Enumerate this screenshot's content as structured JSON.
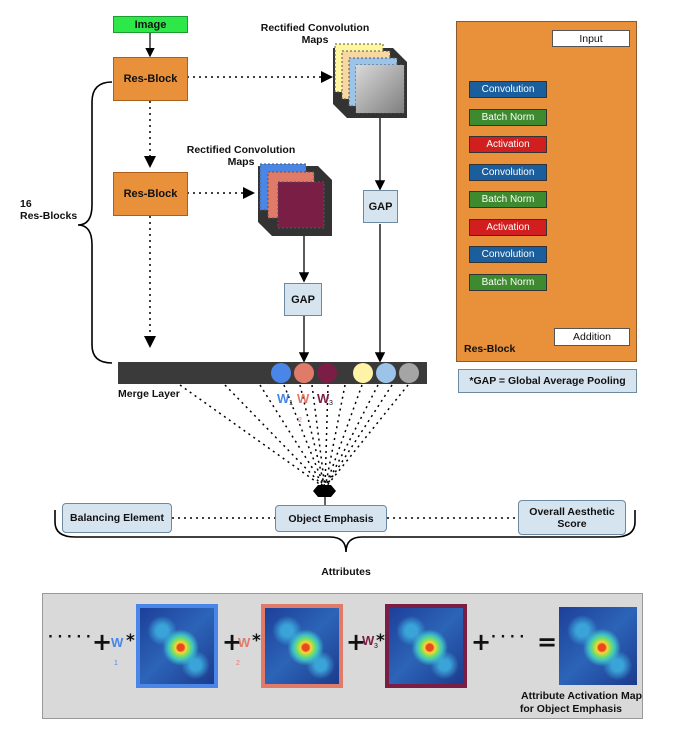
{
  "top": {
    "image_label": "Image",
    "resblock_label": "Res-Block",
    "rectified_label": "Rectified Convolution Maps",
    "gap_label": "GAP",
    "brace_label_line1": "16",
    "brace_label_line2": "Res-Blocks",
    "merge_label": "Merge Layer"
  },
  "weights": {
    "w1": "W",
    "w1_sub": "1",
    "w2": "W",
    "w2_sub": "2",
    "w3": "W",
    "w3_sub": "3"
  },
  "resblock_detail": {
    "input": "Input",
    "layers": [
      "Convolution",
      "Batch Norm",
      "Activation",
      "Convolution",
      "Batch Norm",
      "Activation",
      "Convolution",
      "Batch Norm"
    ],
    "addition": "Addition",
    "title": "Res-Block"
  },
  "gap_note": "*GAP = Global Average Pooling",
  "attributes": {
    "items": [
      "Balancing Element",
      "Object Emphasis",
      "Overall Aesthetic Score"
    ],
    "caption": "Attributes"
  },
  "bottom": {
    "dots": "· · · · ·",
    "plus": "+",
    "times": "*",
    "equals": "=",
    "trail_dots": "· · · ·",
    "w1": "W",
    "w1_sub": "1",
    "w2": "W",
    "w2_sub": "2",
    "w3": "W",
    "w3_sub": "3",
    "caption_line1": "Attribute Activation Map",
    "caption_line2": "for Object Emphasis"
  },
  "colors": {
    "orange": "#e8913a",
    "gap_fill": "#d6e4f0",
    "conv": "#1b5e9e",
    "batchnorm": "#3e8a2e",
    "activation": "#d11f1f",
    "image_green": "#2ee84a",
    "w1_blue": "#4a86e8",
    "w2_salmon": "#e07b6a",
    "w3_maroon": "#7b1e46"
  }
}
